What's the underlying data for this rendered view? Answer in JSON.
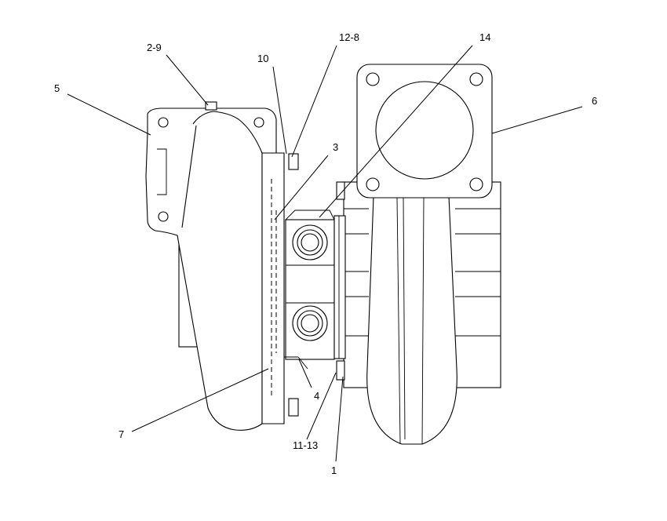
{
  "diagram": {
    "callouts": [
      {
        "id": "c-2-9",
        "text": "2-9"
      },
      {
        "id": "c-12-8",
        "text": "12-8"
      },
      {
        "id": "c-14",
        "text": "14"
      },
      {
        "id": "c-10",
        "text": "10"
      },
      {
        "id": "c-5",
        "text": "5"
      },
      {
        "id": "c-6",
        "text": "6"
      },
      {
        "id": "c-3",
        "text": "3"
      },
      {
        "id": "c-4",
        "text": "4"
      },
      {
        "id": "c-7",
        "text": "7"
      },
      {
        "id": "c-11-13",
        "text": "11-13"
      },
      {
        "id": "c-1",
        "text": "1"
      }
    ]
  }
}
